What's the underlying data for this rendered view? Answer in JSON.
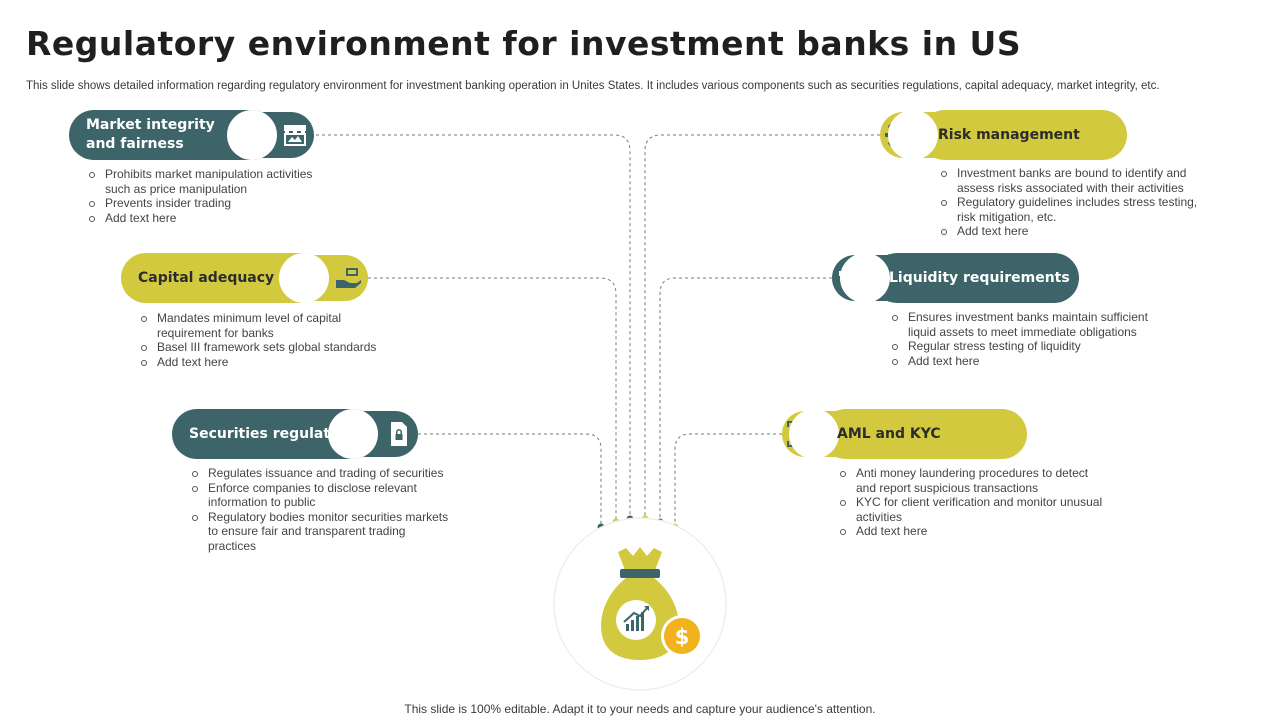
{
  "title": "Regulatory environment for investment banks in US",
  "subtitle": "This slide shows detailed information regarding regulatory environment for investment banking operation in Unites States. It includes various components such as securities regulations, capital adequacy, market integrity, etc.",
  "left_items": [
    {
      "label": "Market integrity\nand fairness",
      "icon": "shop-icon",
      "bullets": [
        "Prohibits market manipulation activities such as price manipulation",
        "Prevents insider trading",
        "Add text here"
      ]
    },
    {
      "label": "Capital adequacy",
      "icon": "money-hand-icon",
      "bullets": [
        "Mandates minimum level of capital requirement for banks",
        "Basel III framework sets global standards",
        "Add text here"
      ]
    },
    {
      "label": "Securities regulations",
      "icon": "lock-document-icon",
      "bullets": [
        "Regulates issuance and trading of securities",
        "Enforce companies to disclose relevant information to public",
        "Regulatory bodies monitor securities markets to ensure fair and transparent trading practices"
      ]
    }
  ],
  "right_items": [
    {
      "label": "Risk management",
      "icon": "gear-alert-icon",
      "bullets": [
        "Investment banks are bound to identify and assess risks associated with their activities",
        "Regulatory guidelines includes stress testing, risk mitigation, etc.",
        "Add text here"
      ]
    },
    {
      "label": "Liquidity requirements",
      "icon": "tap-coins-icon",
      "bullets": [
        "Ensures investment banks maintain sufficient liquid assets to meet immediate obligations",
        "Regular stress testing of liquidity",
        "Add text here"
      ]
    },
    {
      "label": "AML and KYC",
      "icon": "id-card-icon",
      "bullets": [
        "Anti money laundering procedures to detect and report suspicious transactions",
        "KYC for client verification and monitor unusual activities",
        "Add text here"
      ]
    }
  ],
  "center_icon": "money-bag-growth-icon",
  "footer": "This slide is 100% editable. Adapt it to your needs and capture your audience's attention.",
  "colors": {
    "teal": "#3d6569",
    "olive": "#d3c93f",
    "coin": "#f2b21c"
  }
}
